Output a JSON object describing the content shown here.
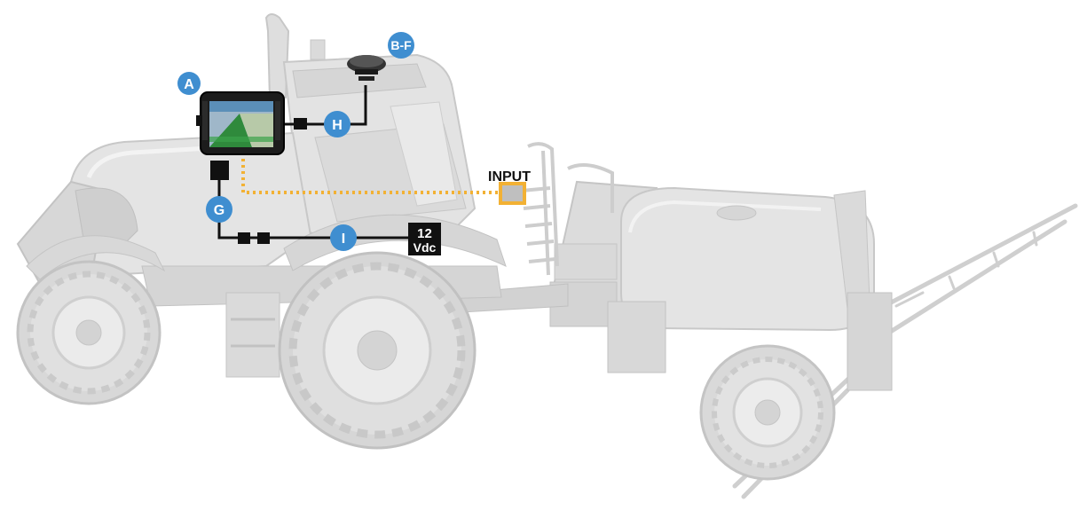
{
  "colors": {
    "vehicle_fill": "#e6e6e6",
    "vehicle_shade": "#d2d2d2",
    "vehicle_edge": "#c3c3c3",
    "callout_blue": "#3f8ed0",
    "cable_black": "#111111",
    "signal_dotted": "#f2b134",
    "input_box": "#f2b134",
    "power_box": "#111111"
  },
  "callouts": {
    "a": "A",
    "bf": "B-F",
    "h": "H",
    "g": "G",
    "i": "I"
  },
  "labels": {
    "input": "INPUT",
    "power_line1": "12",
    "power_line2": "Vdc"
  },
  "icons": {
    "display": "terminal-display-icon",
    "antenna": "gnss-antenna-icon"
  }
}
